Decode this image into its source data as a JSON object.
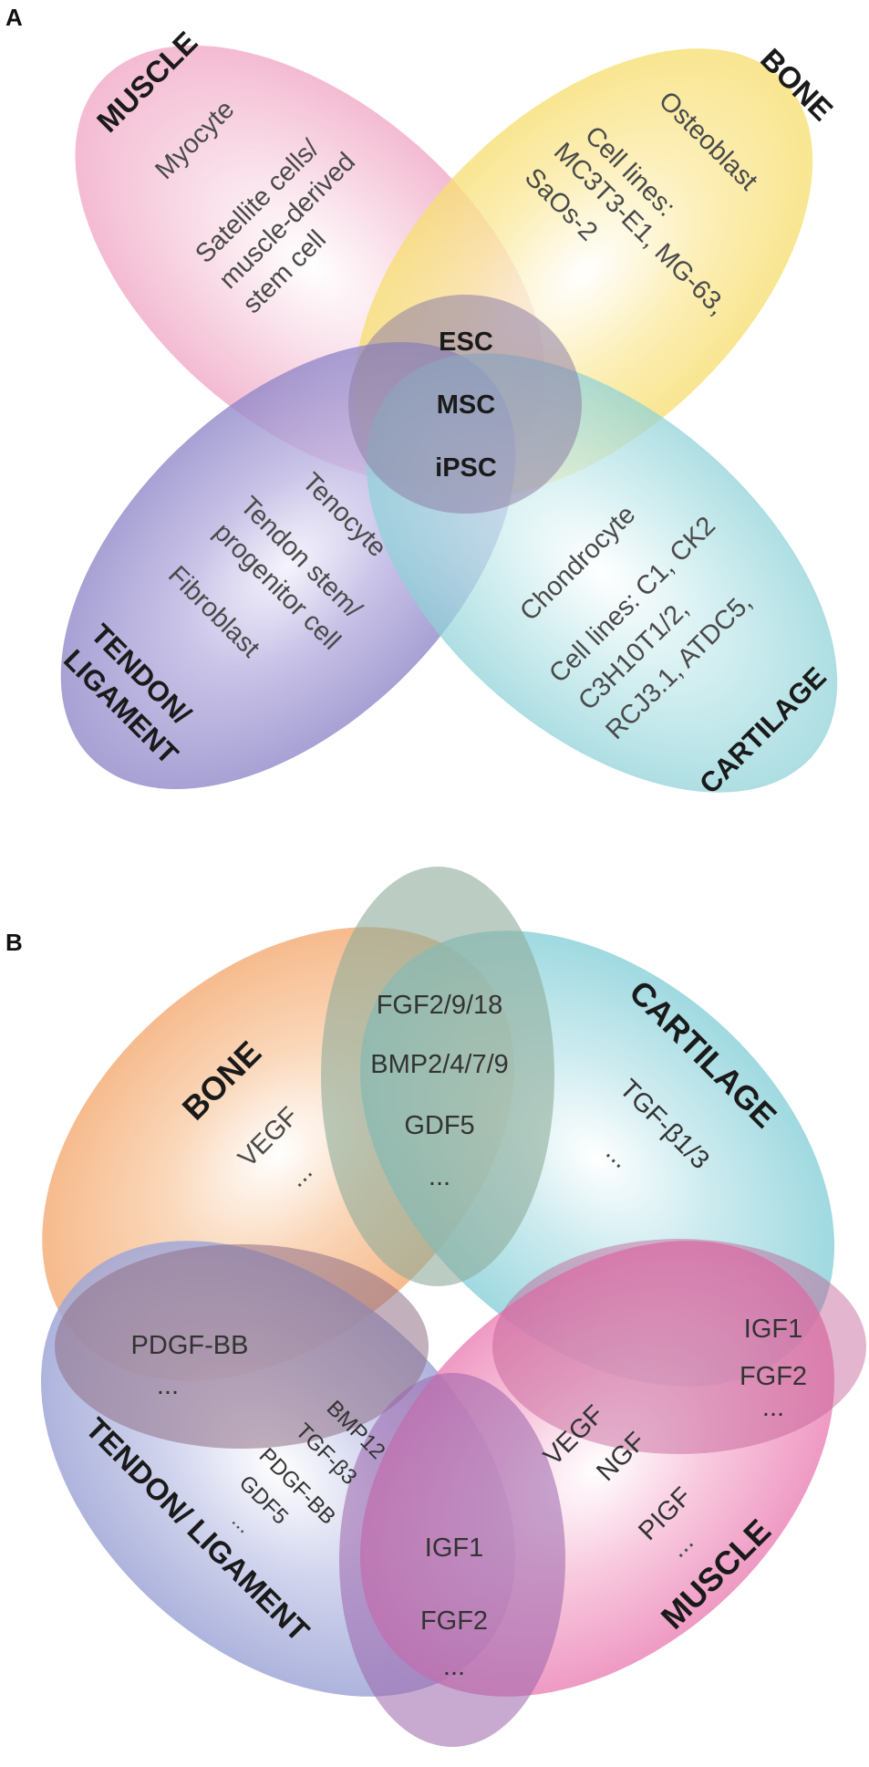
{
  "panel_a": {
    "label": "A",
    "muscle": {
      "title": "MUSCLE",
      "cell1": "Myocyte",
      "cell2_l1": "Satellite cells/",
      "cell2_l2": "muscle-derived",
      "cell2_l3": "stem cell"
    },
    "bone": {
      "title": "BONE",
      "cell1": "Osteoblast",
      "cl_l1": "Cell lines:",
      "cl_l2": "MC3T3-E1, MG-63,",
      "cl_l3": "SaOs-2"
    },
    "cartilage": {
      "title": "CARTILAGE",
      "cell1": "Chondrocyte",
      "cl_l1": "Cell lines: C1, CK2",
      "cl_l2": "C3H10T1/2,",
      "cl_l3": "RCJ3.1, ATDC5,"
    },
    "tendon": {
      "title_l1": "TENDON/",
      "title_l2": "LIGAMENT",
      "cell1": "Tenocyte",
      "cell2_l1": "Tendon stem/",
      "cell2_l2": "progenitor cell",
      "cell3": "Fibroblast"
    },
    "center": [
      "ESC",
      "MSC",
      "iPSC"
    ],
    "colors": {
      "muscle": "#f2b9cf",
      "bone": "#f8e27a",
      "tendon": "#8f86c8",
      "cartilage": "#8fd3d8"
    }
  },
  "panel_b": {
    "label": "B",
    "bone": {
      "title": "BONE",
      "f1": "VEGF",
      "f2": "..."
    },
    "cartilage": {
      "title": "CARTILAGE",
      "f1": "TGF-β1/3",
      "f2": "..."
    },
    "muscle": {
      "title": "MUSCLE",
      "f1": "VEGF",
      "f2": "NGF",
      "f3": "PIGF",
      "f4": "..."
    },
    "tendon": {
      "title": "TENDON/ LIGAMENT",
      "f1": "BMP12",
      "f2": "TGF-β3",
      "f3": "PDGF-BB",
      "f4": "GDF5",
      "f5": "..."
    },
    "bone_cartilage": [
      "FGF2/9/18",
      "BMP2/4/7/9",
      "GDF5",
      "..."
    ],
    "bone_tendon": [
      "PDGF-BB",
      "..."
    ],
    "cartilage_muscle": [
      "IGF1",
      "FGF2",
      "..."
    ],
    "tendon_muscle": [
      "IGF1",
      "FGF2",
      "..."
    ],
    "colors": {
      "bone": "#f5b07a",
      "cartilage": "#7fcdd6",
      "muscle": "#ee83b4",
      "tendon": "#9fa7d6"
    }
  }
}
